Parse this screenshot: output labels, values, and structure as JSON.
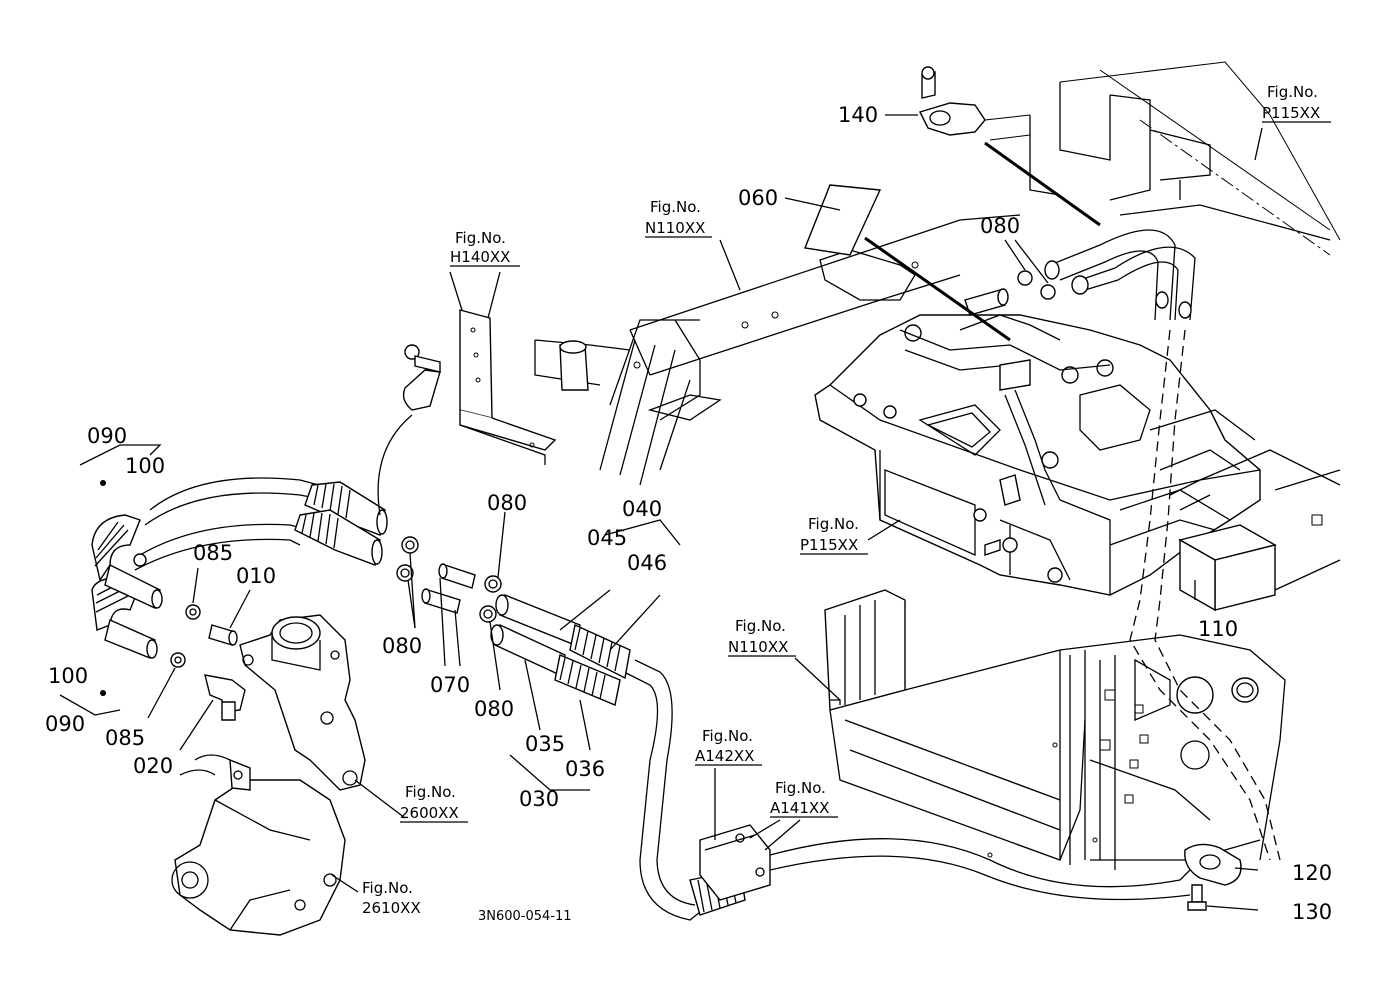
{
  "labels": {
    "p140": "140",
    "p060": "060",
    "p080_top": "080",
    "p090_top": "090",
    "p100_top": "100",
    "p085_top": "085",
    "p010": "010",
    "p080_a": "080",
    "p080_b": "080",
    "p080_c": "080",
    "p070": "070",
    "p040": "040",
    "p045": "045",
    "p046": "046",
    "p035": "035",
    "p036": "036",
    "p030": "030",
    "p100_bottom": "100",
    "p090_bottom": "090",
    "p085_bottom": "085",
    "p020": "020",
    "p110": "110",
    "p120": "120",
    "p130": "130"
  },
  "figure_refs": {
    "h140": {
      "title": "Fig.No.",
      "code": "H140XX"
    },
    "n110_top": {
      "title": "Fig.No.",
      "code": "N110XX"
    },
    "p115_top": {
      "title": "Fig.No.",
      "code": "P115XX"
    },
    "p115_mid": {
      "title": "Fig.No.",
      "code": "P115XX"
    },
    "n110_mid": {
      "title": "Fig.No.",
      "code": "N110XX"
    },
    "a142": {
      "title": "Fig.No.",
      "code": "A142XX"
    },
    "a141": {
      "title": "Fig.No.",
      "code": "A141XX"
    },
    "f2600": {
      "title": "Fig.No.",
      "code": "2600XX"
    },
    "f2610": {
      "title": "Fig.No.",
      "code": "2610XX"
    }
  },
  "drawing_code": "3N600-054-11"
}
